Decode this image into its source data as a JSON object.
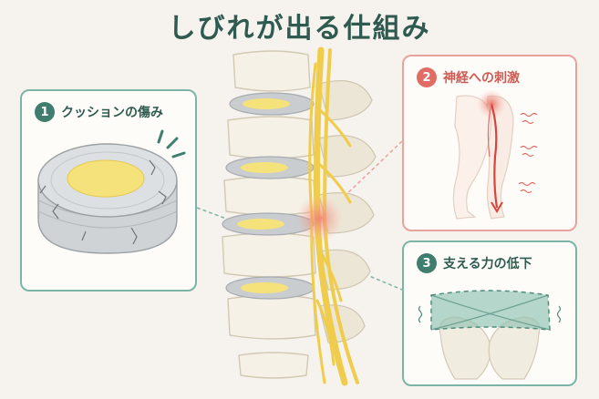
{
  "title": "しびれが出る仕組み",
  "panels": [
    {
      "number": "1",
      "label": "クッションの傷み"
    },
    {
      "number": "2",
      "label": "神経への刺激"
    },
    {
      "number": "3",
      "label": "支える力の低下"
    }
  ],
  "colors": {
    "title": "#2f5a50",
    "teal": "#3f7d6e",
    "teal_border": "#7cb5a6",
    "coral": "#e06c64",
    "coral_border": "#e9a39c",
    "disc_core": "#f6e27a",
    "nerve": "#f0cc4c",
    "bone": "#f5f1e6",
    "disc_gray": "#c9cdd0"
  }
}
